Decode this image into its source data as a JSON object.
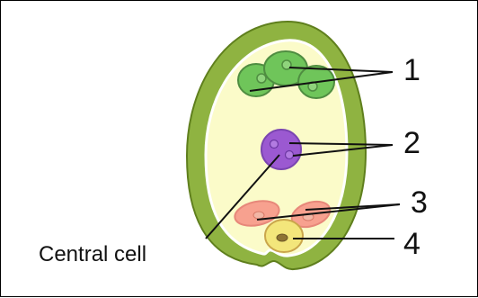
{
  "labels": {
    "one": "1",
    "two": "2",
    "three": "3",
    "four": "4",
    "central_cell": "Central cell"
  },
  "colors": {
    "outer_layer": "#8fb341",
    "inner_body": "#fbfbc9",
    "purple_nucleus": "#9b59d1",
    "green_cells": "#6fc55a",
    "pink_cells": "#f7a18f",
    "yellow_cell": "#f3e67b",
    "line": "#111111"
  }
}
